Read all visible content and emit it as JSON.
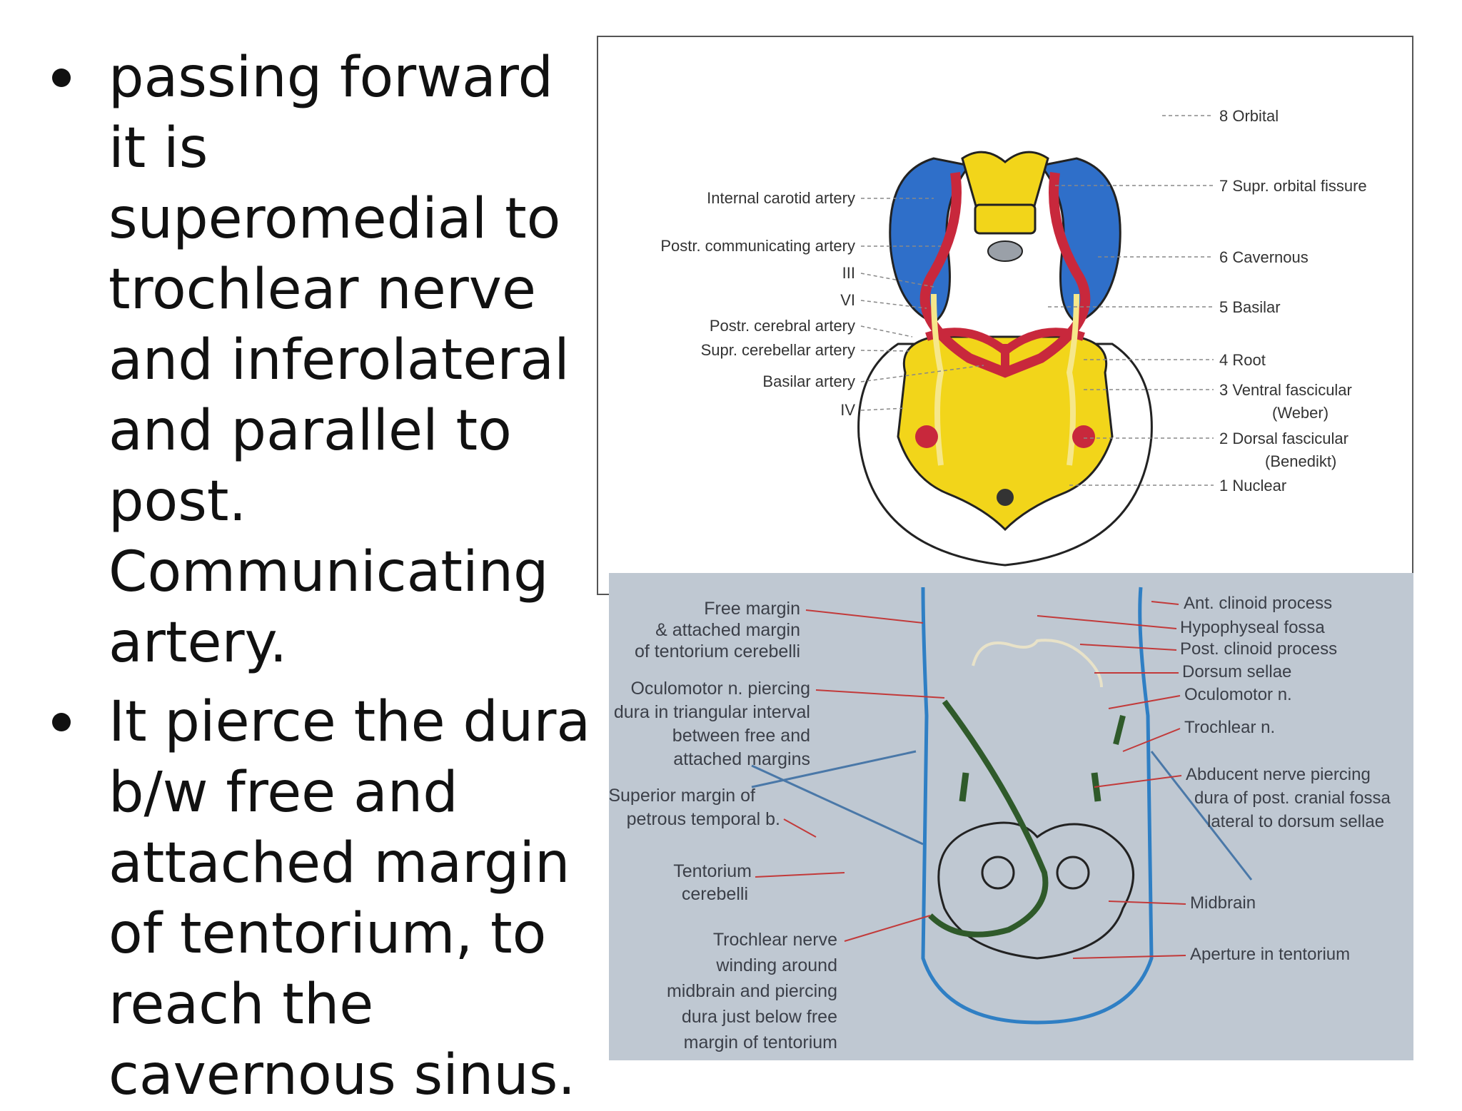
{
  "bullets": [
    "passing forward it is superomedial to trochlear nerve and inferolateral and parallel to post. Communicating artery.",
    "It pierce the dura b/w free and attached margin of tentorium, to reach the cavernous sinus."
  ],
  "figure1": {
    "left_labels": {
      "ica": "Internal carotid artery",
      "pcomm": "Postr. communicating artery",
      "iii": "III",
      "vi": "VI",
      "pca": "Postr. cerebral artery",
      "sca": "Supr. cerebellar artery",
      "basilar": "Basilar artery",
      "iv": "IV"
    },
    "right_labels": {
      "orbital": "8 Orbital",
      "sof": "7 Supr. orbital fissure",
      "cavernous": "6 Cavernous",
      "basilar": "5 Basilar",
      "root": "4 Root",
      "ventral": "3 Ventral fascicular",
      "ventral_sub": "(Weber)",
      "dorsal": "2 Dorsal fascicular",
      "dorsal_sub": "(Benedikt)",
      "nuclear": "1 Nuclear"
    },
    "colors": {
      "yellow": "#f2d51a",
      "blue": "#2f6fc9",
      "red": "#c8283c",
      "outline": "#222222"
    }
  },
  "figure2": {
    "left_labels": {
      "free_margin": [
        "Free margin",
        "& attached margin",
        "of tentorium cerebelli"
      ],
      "oculomotor": [
        "Oculomotor n. piercing",
        "dura in triangular interval",
        "between free and",
        "attached margins"
      ],
      "superior_margin": [
        "Superior margin of",
        "petrous temporal b."
      ],
      "tentorium": [
        "Tentorium",
        "cerebelli"
      ],
      "trochlear": [
        "Trochlear nerve",
        "winding around",
        "midbrain and piercing",
        "dura just below free",
        "margin of tentorium"
      ]
    },
    "right_labels": {
      "ant_clinoid": "Ant. clinoid process",
      "hypophyseal": "Hypophyseal fossa",
      "post_clinoid": "Post. clinoid process",
      "dorsum": "Dorsum sellae",
      "oculomotor": "Oculomotor n.",
      "trochlear": "Trochlear n.",
      "abducent": [
        "Abducent nerve piercing",
        "dura of post. cranial fossa",
        "lateral to dorsum sellae"
      ],
      "midbrain": "Midbrain",
      "aperture": "Aperture in tentorium"
    },
    "colors": {
      "background": "#bfc8d2",
      "dura": "#2f7fc4",
      "nerve": "#2f5a2a",
      "pointer": "#c23a3a"
    }
  }
}
